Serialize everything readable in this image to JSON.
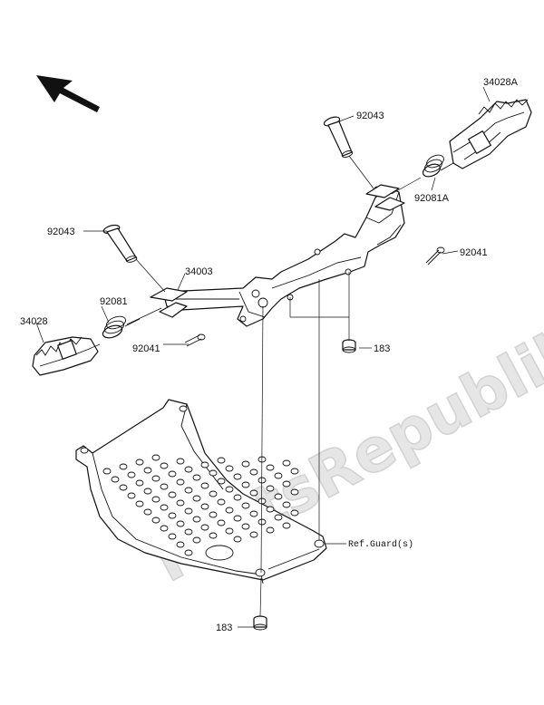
{
  "watermark": "PartsRepublik",
  "labels": {
    "footpeg_right": "34028A",
    "pin_right": "92043",
    "spring_right": "92081A",
    "cotter_right": "92041",
    "pin_left": "92043",
    "bracket": "34003",
    "spring_left": "92081",
    "footpeg_left": "34028",
    "cotter_left": "92041",
    "bolt_upper": "183",
    "guard_ref": "Ref.Guard(s)",
    "bolt_lower": "183"
  },
  "icons": {
    "direction_arrow": "direction-arrow-icon"
  }
}
